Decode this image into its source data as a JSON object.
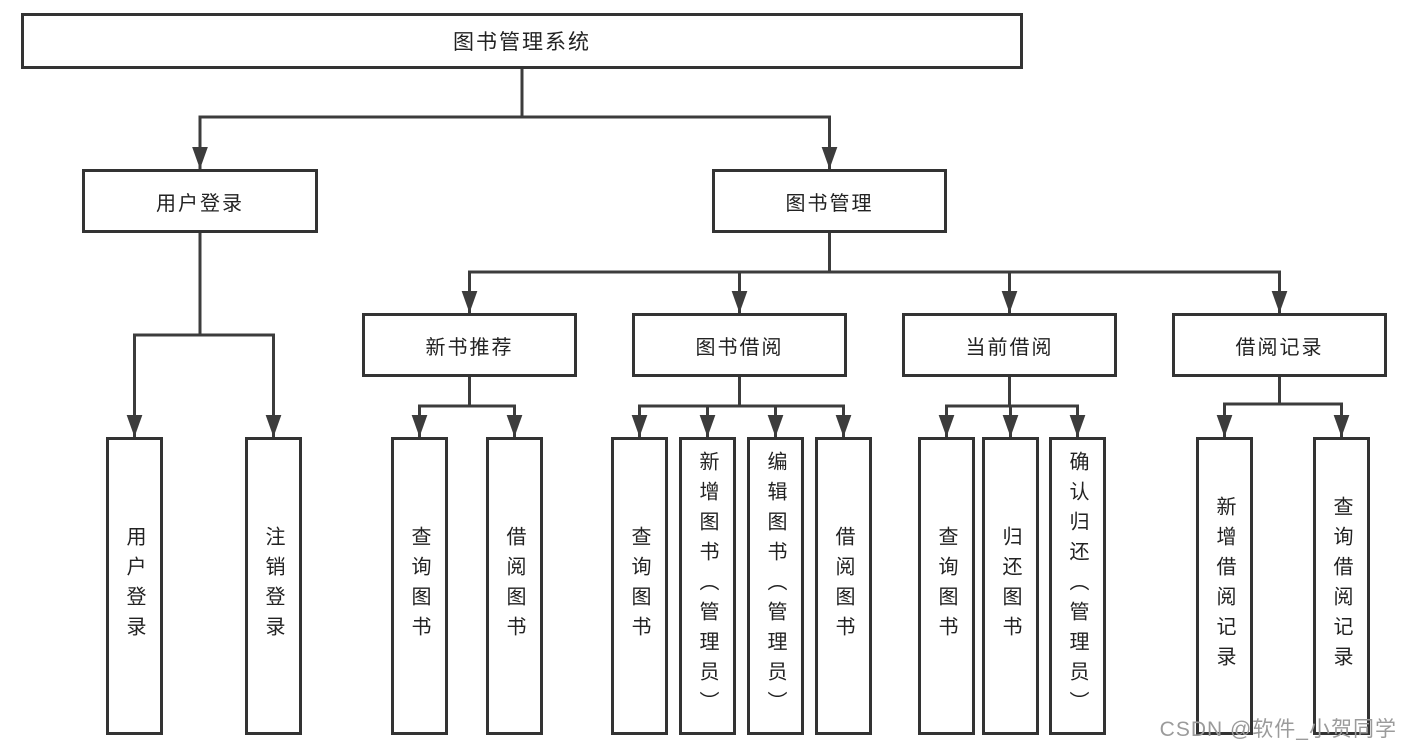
{
  "tree": {
    "root": "图书管理系统",
    "branches": [
      {
        "label": "用户登录",
        "children": [
          "用户登录",
          "注销登录"
        ]
      },
      {
        "label": "图书管理",
        "sections": [
          {
            "label": "新书推荐",
            "children": [
              "查询图书",
              "借阅图书"
            ]
          },
          {
            "label": "图书借阅",
            "children": [
              "查询图书",
              "新增图书（管理员）",
              "编辑图书（管理员）",
              "借阅图书"
            ]
          },
          {
            "label": "当前借阅",
            "children": [
              "查询图书",
              "归还图书",
              "确认归还（管理员）"
            ]
          },
          {
            "label": "借阅记录",
            "children": [
              "新增借阅记录",
              "查询借阅记录"
            ]
          }
        ]
      }
    ]
  },
  "watermark": {
    "text": "CSDN @软件_小贺同学"
  },
  "colors": {
    "line": "#3c3c3c",
    "box_border": "#333333",
    "text": "#222222",
    "background": "#ffffff",
    "watermark": "#9b9b9b"
  }
}
